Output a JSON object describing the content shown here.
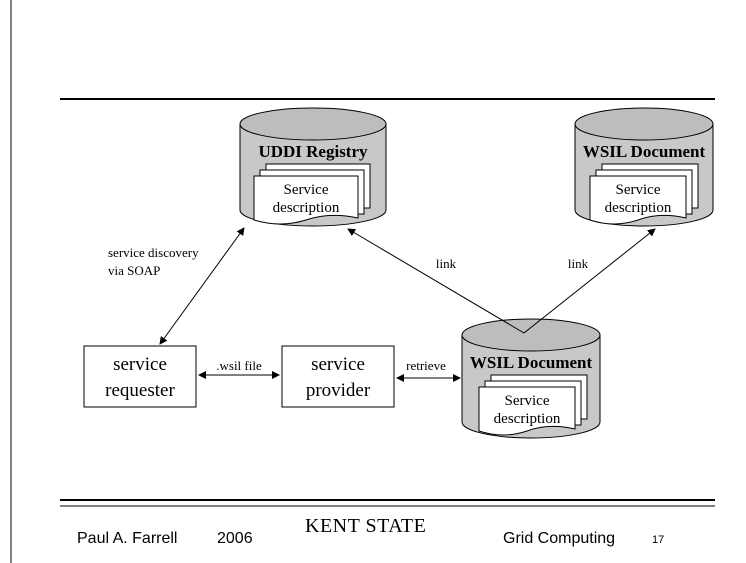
{
  "registry": {
    "title": "UDDI Registry",
    "doc_line1": "Service",
    "doc_line2": "description"
  },
  "wsil_top": {
    "title": "WSIL Document",
    "doc_line1": "Service",
    "doc_line2": "description"
  },
  "wsil_bottom": {
    "title": "WSIL Document",
    "doc_line1": "Service",
    "doc_line2": "description"
  },
  "requester": {
    "line1": "service",
    "line2": "requester"
  },
  "provider": {
    "line1": "service",
    "line2": "provider"
  },
  "edges": {
    "discovery_line1": "service discovery",
    "discovery_line2": "via SOAP",
    "wsil_file": ".wsil file",
    "retrieve": "retrieve",
    "link_left": "link",
    "link_right": "link"
  },
  "footer": {
    "author": "Paul A. Farrell",
    "year": "2006",
    "logo": "KENT STATE",
    "course": "Grid Computing",
    "page": "17"
  },
  "colors": {
    "cylinder_fill": "#c8c8c8",
    "cylinder_top": "#bdbdbd",
    "line": "#000000"
  }
}
